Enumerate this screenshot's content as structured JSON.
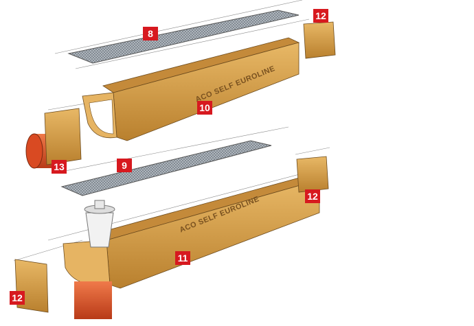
{
  "labels": {
    "grate_top": "8",
    "grate_bottom": "9",
    "channel_top": "10",
    "channel_bottom": "11",
    "end_cap_top_right": "12",
    "end_cap_mid_right": "12",
    "end_cap_bottom_left": "12",
    "outlet_pipe": "13"
  },
  "channel_text": "ACO SELF EUROLINE",
  "colors": {
    "tag": "#d7191f",
    "channel": "#d9a24f",
    "grate": "#9aa3ab",
    "pipe": "#e2562a"
  }
}
